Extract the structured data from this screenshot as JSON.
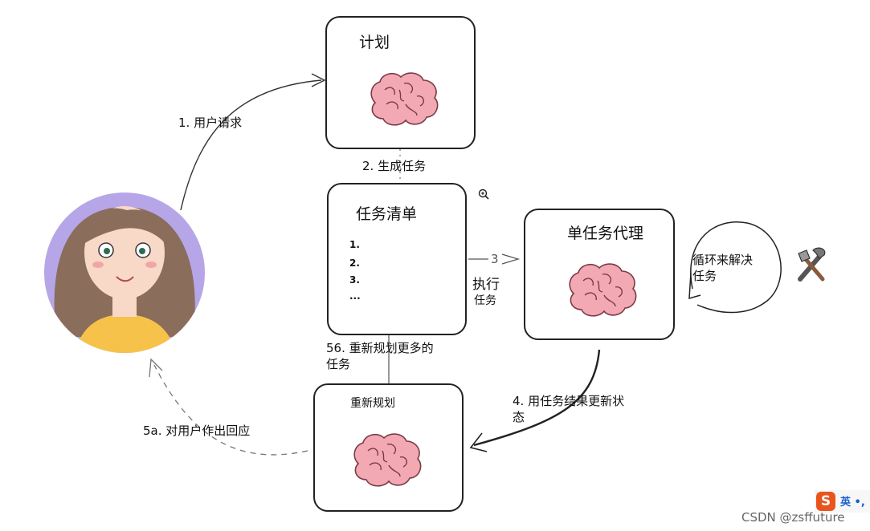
{
  "nodes": {
    "plan": {
      "title": "计划"
    },
    "task_list": {
      "title": "任务清单",
      "items": [
        "1.",
        "2.",
        "3.",
        "..."
      ]
    },
    "agent": {
      "title": "单任务代理"
    },
    "replan": {
      "title": "重新规划"
    }
  },
  "edges": {
    "user_request": "1. 用户请求",
    "generate_tasks": "2. 生成任务",
    "execute_num": "3",
    "execute_text": {
      "line1": "执行",
      "line2": "任务"
    },
    "loop_solve": {
      "line1": "循环来解决",
      "line2": "任务"
    },
    "update_state": {
      "line1": "4. 用任务结果更新状",
      "line2": "态"
    },
    "replan_more": {
      "line1": "56. 重新规划更多的",
      "line2": "任务"
    },
    "respond_user": "5a. 对用户作出回应"
  },
  "icons": [
    "brain-icon",
    "tools-icon",
    "zoom-in-icon",
    "user-avatar"
  ],
  "watermark": "CSDN @zsffuture",
  "ime": {
    "logo": "S",
    "text": "英 •,"
  },
  "colors": {
    "brain": "#f2a9b3",
    "brain_stroke": "#7a3b45",
    "avatar_bg": "#b6a6e8",
    "hair": "#8a6d5b",
    "skin": "#f8d9c7",
    "shirt": "#f6c24a"
  }
}
